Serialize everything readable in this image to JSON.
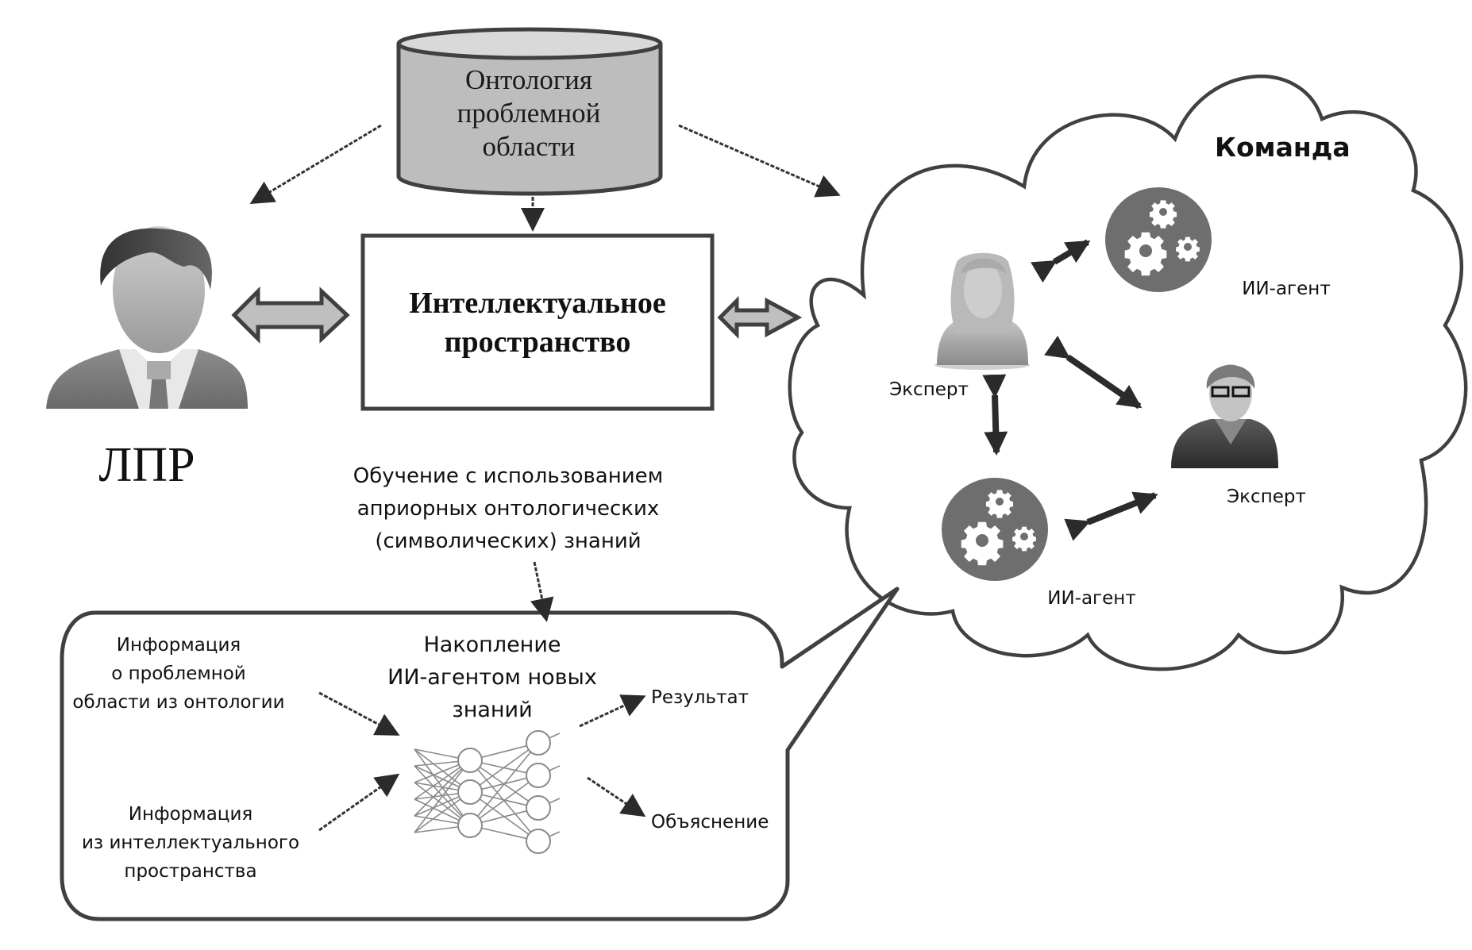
{
  "diagram": {
    "ontology": {
      "lines": [
        "Онтология",
        "проблемной",
        "области"
      ]
    },
    "intellectual_space": {
      "lines": [
        "Интеллектуальное",
        "пространство"
      ]
    },
    "decision_maker": {
      "label": "ЛПР"
    },
    "team": {
      "title": "Команда",
      "members": [
        {
          "type": "expert",
          "label": "Эксперт",
          "variant": "female"
        },
        {
          "type": "ai-agent",
          "label": "ИИ-агент"
        },
        {
          "type": "expert",
          "label": "Эксперт",
          "variant": "male-glasses"
        },
        {
          "type": "ai-agent",
          "label": "ИИ-агент"
        }
      ]
    },
    "learning_note": {
      "lines": [
        "Обучение с использованием",
        "априорных онтологических",
        "(символических) знаний"
      ]
    },
    "callout": {
      "title_lines": [
        "Накопление",
        "ИИ-агентом новых",
        "знаний"
      ],
      "input_1": {
        "lines": [
          "Информация",
          "о проблемной",
          "области из онтологии"
        ]
      },
      "input_2": {
        "lines": [
          "Информация",
          "из интеллектуального",
          "пространства"
        ]
      },
      "output_result": "Результат",
      "output_explanation": "Объяснение"
    },
    "colors": {
      "stroke": "#404040",
      "cylinder_fill": "#bdbdbd",
      "cylinder_top": "#d9d9d9",
      "double_arrow_fill": "#bfbfbf",
      "agent_circle": "#6e6e6e",
      "arrow_dark": "#2b2b2b"
    }
  }
}
